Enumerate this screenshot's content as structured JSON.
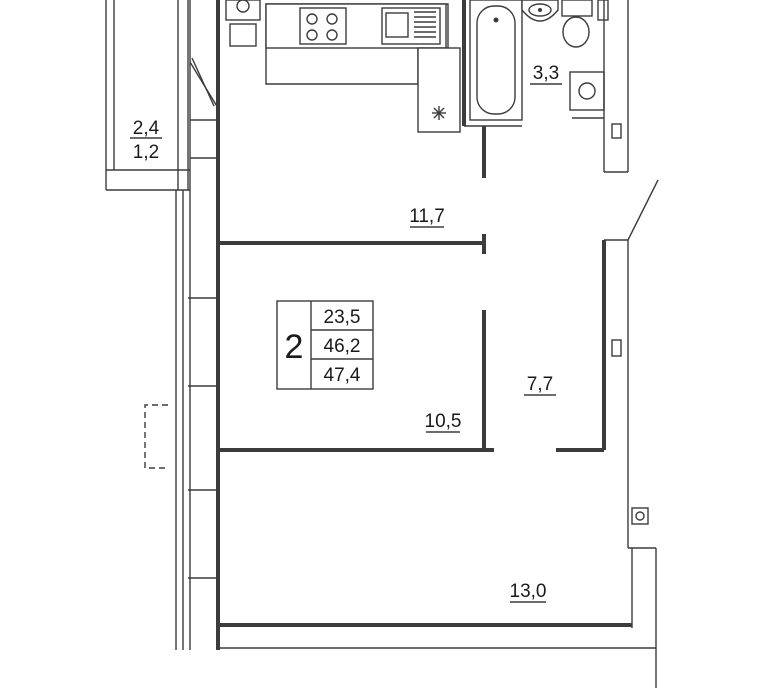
{
  "plan": {
    "rooms": {
      "balcony_top": "2,4",
      "balcony_bottom": "1,2",
      "bathroom": "3,3",
      "kitchen": "11,7",
      "room_one": "10,5",
      "hall": "7,7",
      "room_two": "13,0"
    },
    "summary": {
      "rooms_count": "2",
      "living_area": "23,5",
      "total_area": "46,2",
      "total_area_with_balcony": "47,4"
    }
  }
}
